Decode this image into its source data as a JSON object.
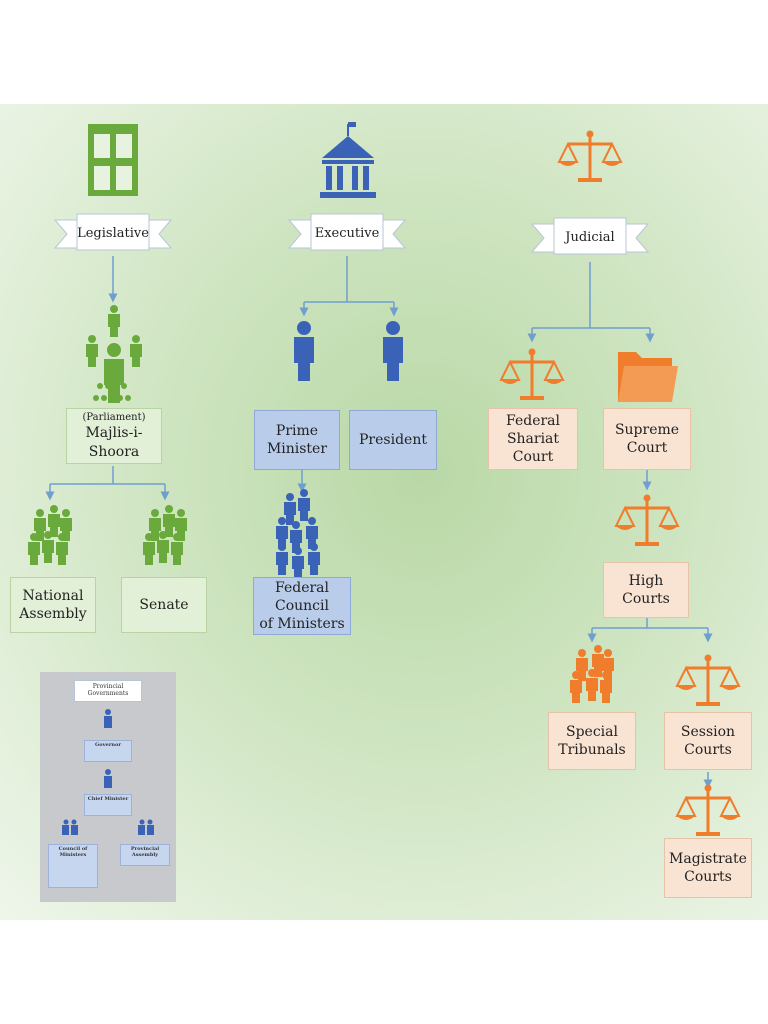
{
  "branches": {
    "legislative": {
      "title": "Legislative",
      "parliament_small": "(Parliament)",
      "parliament": "Majlis-i-Shoora",
      "national_assembly": [
        "National",
        "Assembly"
      ],
      "senate": "Senate"
    },
    "executive": {
      "title": "Executive",
      "prime_minister": [
        "Prime",
        "Minister"
      ],
      "president": "President",
      "federal_council": [
        "Federal Council",
        "of Ministers"
      ]
    },
    "judicial": {
      "title": "Judicial",
      "federal_shariat": [
        "Federal Shariat",
        "Court"
      ],
      "supreme": [
        "Supreme",
        "Court"
      ],
      "high": [
        "High",
        "Courts"
      ],
      "special": [
        "Special",
        "Tribunals"
      ],
      "session": [
        "Session",
        "Courts"
      ],
      "magistrate": [
        "Magistrate",
        "Courts"
      ]
    }
  },
  "inset": {
    "title": [
      "Provincial",
      "Governments"
    ],
    "governor": "Governor",
    "chief_minister": "Chief Minister",
    "council": [
      "Council of",
      "Ministers"
    ],
    "assembly": [
      "Provincial",
      "Assembly"
    ]
  },
  "colors": {
    "green": "#6aaa3c",
    "blue": "#3a63b8",
    "orange": "#ef7d2c",
    "connector": "#6f9fcf"
  },
  "icons": [
    "building-icon",
    "government-building-icon",
    "scales-icon",
    "people-group-icon",
    "person-icon",
    "folder-icon"
  ]
}
